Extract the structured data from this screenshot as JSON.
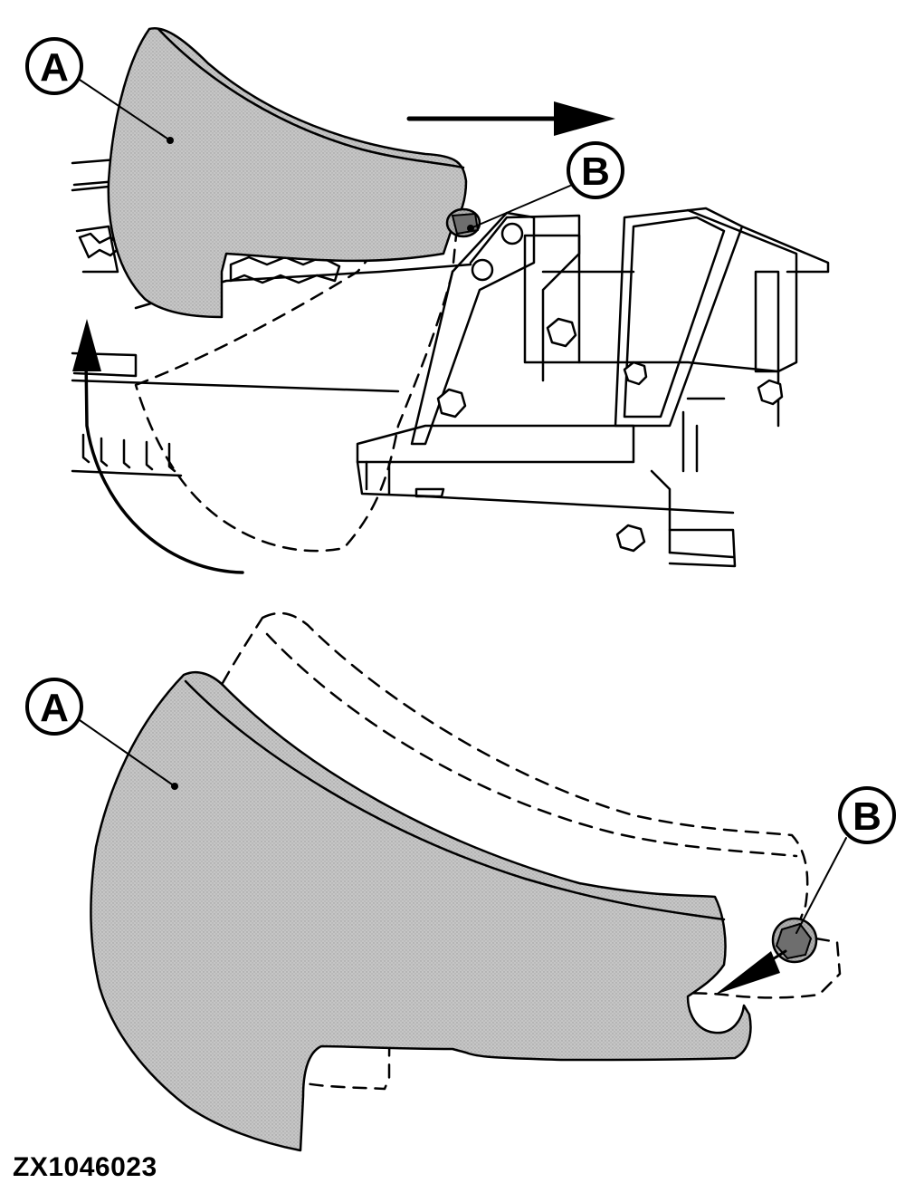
{
  "figure": {
    "id": "ZX1046023"
  },
  "callouts": {
    "top_a": "A",
    "top_b": "B",
    "bottom_a": "A",
    "bottom_b": "B"
  },
  "colors": {
    "shield_fill": "#c2c2c2",
    "shield_fill_dark": "#a8a8a8",
    "bolt_fill": "#6e6e6e",
    "line": "#000000"
  }
}
